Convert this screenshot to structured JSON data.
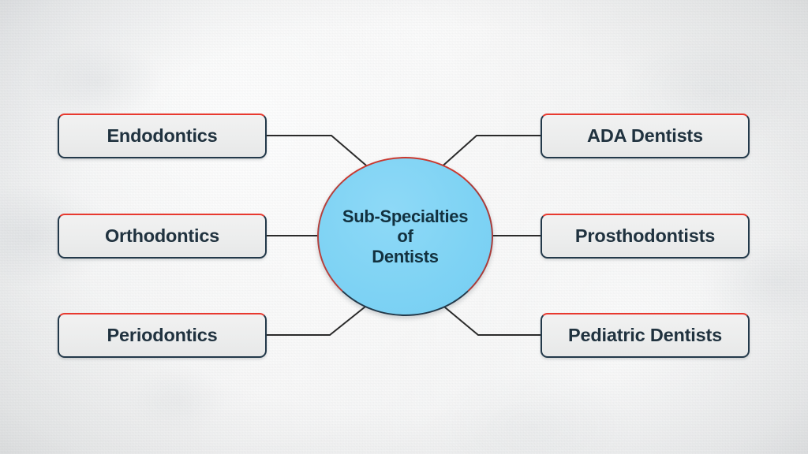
{
  "diagram": {
    "title": "Sub-Specialties of Dentists",
    "type": "mind-map",
    "background": {
      "style": "textured light gray concrete",
      "color": "#e9eaeb"
    },
    "center": {
      "label": "Sub-Specialties\nof\nDentists",
      "shape": "circle",
      "fill_color": "#7fd3f4",
      "border_top_color": "#c9382f",
      "border_bottom_color": "#23394a",
      "text_color": "#12313f"
    },
    "node_style": {
      "fill_color": "#ececed",
      "border_top_color": "#e8392f",
      "border_other_color": "#23394a",
      "text_color": "#20323f"
    },
    "connector_color": "#2b2b2b",
    "left_nodes": [
      {
        "label": "Endodontics"
      },
      {
        "label": "Orthodontics"
      },
      {
        "label": "Periodontics"
      }
    ],
    "right_nodes": [
      {
        "label": "ADA Dentists"
      },
      {
        "label": "Prosthodontists"
      },
      {
        "label": "Pediatric Dentists"
      }
    ]
  }
}
